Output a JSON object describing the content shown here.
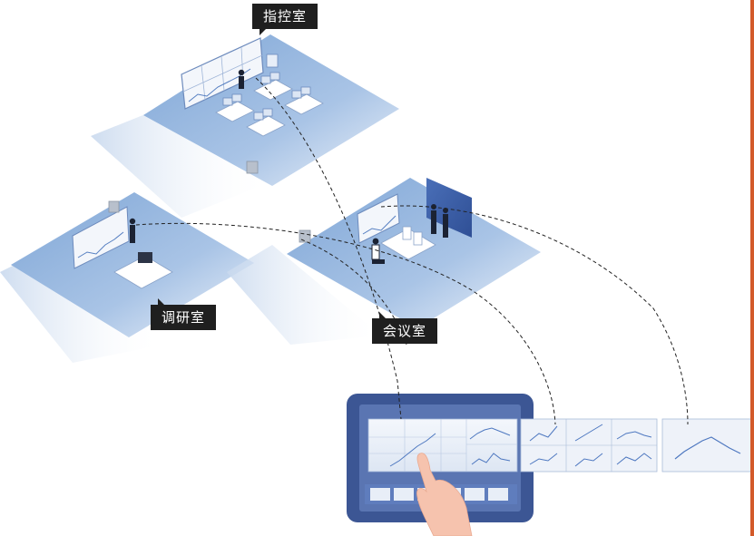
{
  "labels": {
    "command_room": "指控室",
    "research_room": "调研室",
    "meeting_room": "会议室"
  },
  "colors": {
    "floor": "#8fb2dc",
    "floor_light": "#dfe9f6",
    "label_bg": "#1f1f1f",
    "tablet_frame": "#3c5694",
    "screen_panel": "#e8eef7",
    "dashed_line": "#222222",
    "accent_edge": "#d35a2a"
  },
  "icons": [
    "hand-pointer-icon",
    "person-icon",
    "monitor-icon",
    "laptop-icon",
    "speaker-icon"
  ]
}
